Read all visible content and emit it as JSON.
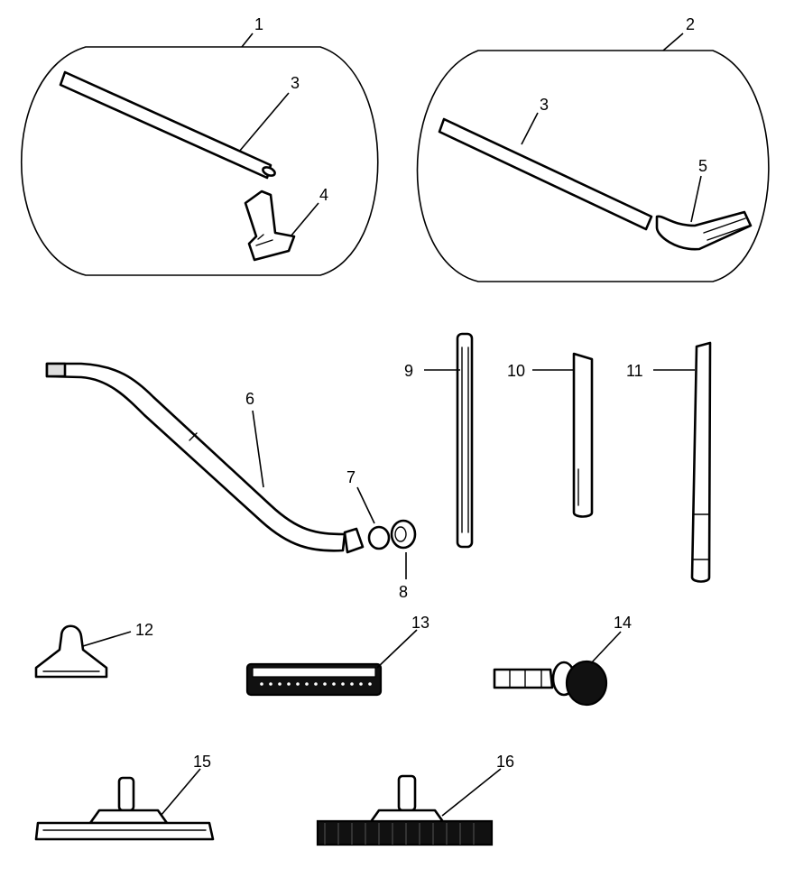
{
  "callouts": [
    {
      "id": "c1",
      "text": "1"
    },
    {
      "id": "c2",
      "text": "2"
    },
    {
      "id": "c3a",
      "text": "3"
    },
    {
      "id": "c3b",
      "text": "3"
    },
    {
      "id": "c4",
      "text": "4"
    },
    {
      "id": "c5",
      "text": "5"
    },
    {
      "id": "c6",
      "text": "6"
    },
    {
      "id": "c7",
      "text": "7"
    },
    {
      "id": "c8",
      "text": "8"
    },
    {
      "id": "c9",
      "text": "9"
    },
    {
      "id": "c10",
      "text": "10"
    },
    {
      "id": "c11",
      "text": "11"
    },
    {
      "id": "c12",
      "text": "12"
    },
    {
      "id": "c13",
      "text": "13"
    },
    {
      "id": "c14",
      "text": "14"
    },
    {
      "id": "c15",
      "text": "15"
    },
    {
      "id": "c16",
      "text": "16"
    }
  ]
}
